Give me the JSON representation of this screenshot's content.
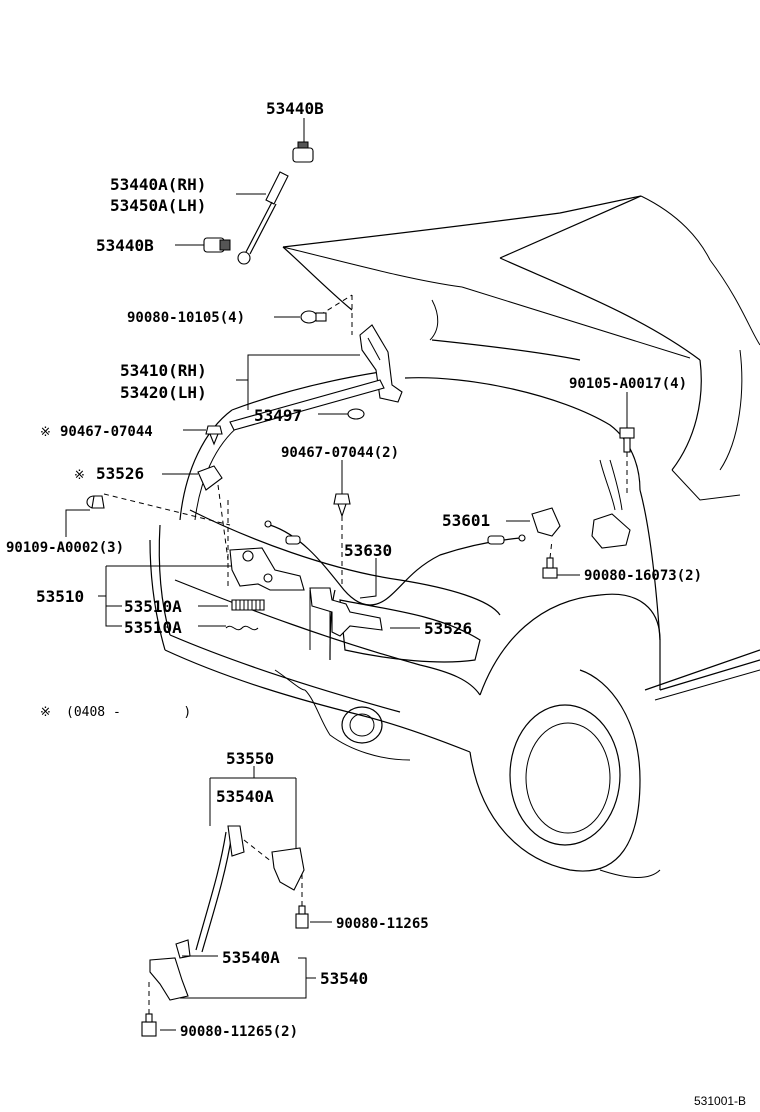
{
  "labels": {
    "p53440B_top": "53440B",
    "p53440A_rh": "53440A(RH)",
    "p53450A_lh": "53450A(LH)",
    "p53440B_bottom": "53440B",
    "p90080_10105": "90080-10105(4)",
    "p53410_rh": "53410(RH)",
    "p53420_lh": "53420(LH)",
    "p53497": "53497",
    "p90467_07044_mark": "90467-07044",
    "p53526_mark": "53526",
    "p90467_07044_2": "90467-07044(2)",
    "p90105_A0017": "90105-A0017(4)",
    "p53601": "53601",
    "p90109_A0002": "90109-A0002(3)",
    "p53630": "53630",
    "p90080_16073": "90080-16073(2)",
    "p53510": "53510",
    "p53510A_1": "53510A",
    "p53510A_2": "53510A",
    "p53526": "53526",
    "p53550": "53550",
    "p53540A_top": "53540A",
    "p90080_11265": "90080-11265",
    "p53540A_bottom": "53540A",
    "p53540": "53540",
    "p90080_11265_2": "90080-11265(2)"
  },
  "marks": {
    "ref_mark": "※",
    "note_text": "(0408 -        )"
  },
  "footer": {
    "code": "531001-B"
  }
}
